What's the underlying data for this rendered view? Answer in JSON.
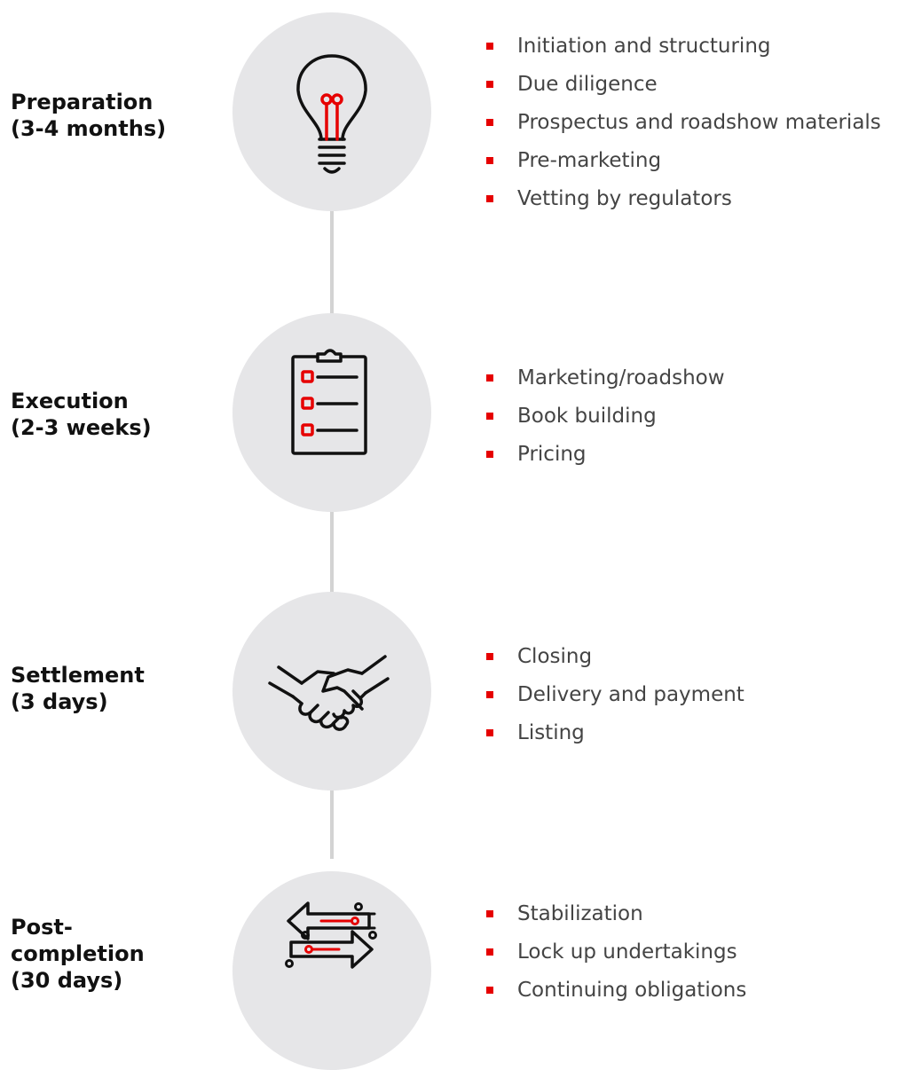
{
  "colors": {
    "accent": "#e60000",
    "circle": "#e6e6e8",
    "connector": "#d3d3d3",
    "label_text": "#111111",
    "item_text": "#444444"
  },
  "stages": [
    {
      "label": "Preparation\n(3-4 months)",
      "icon": "lightbulb-icon",
      "items": [
        "Initiation and structuring",
        "Due diligence",
        "Prospectus and roadshow materials",
        "Pre-marketing",
        "Vetting by regulators"
      ]
    },
    {
      "label": "Execution\n(2-3 weeks)",
      "icon": "clipboard-checklist-icon",
      "items": [
        "Marketing/roadshow",
        "Book building",
        "Pricing"
      ]
    },
    {
      "label": "Settlement\n(3 days)",
      "icon": "handshake-icon",
      "items": [
        "Closing",
        "Delivery and payment",
        "Listing"
      ]
    },
    {
      "label": "Post-\ncompletion\n(30 days)",
      "icon": "exchange-arrows-icon",
      "items": [
        "Stabilization",
        "Lock up undertakings",
        "Continuing obligations"
      ]
    }
  ]
}
